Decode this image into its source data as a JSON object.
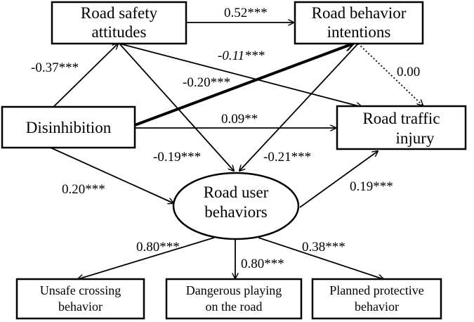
{
  "nodes": {
    "attitudes": {
      "line1": "Road safety",
      "line2": "attitudes"
    },
    "intentions": {
      "line1": "Road behavior",
      "line2": "intentions"
    },
    "disinhibition": {
      "label": "Disinhibition"
    },
    "injury": {
      "line1": "Road traffic",
      "line2": "injury"
    },
    "behaviors": {
      "line1": "Road user",
      "line2": "behaviors"
    },
    "unsafe": {
      "line1": "Unsafe crossing",
      "line2": "behavior"
    },
    "dangerous": {
      "line1": "Dangerous playing",
      "line2": "on the road"
    },
    "planned": {
      "line1": "Planned protective",
      "line2": "behavior"
    }
  },
  "edges": {
    "attitudes_to_intentions": "0.52***",
    "disinhibition_to_attitudes": "-0.37***",
    "attitudes_to_injury": "-0.11***",
    "intentions_to_injury": "0.00",
    "disinhibition_to_intentions": "-0.20***",
    "disinhibition_to_injury": "0.09**",
    "attitudes_to_behaviors": "-0.19***",
    "intentions_to_behaviors": "-0.21***",
    "disinhibition_to_behaviors": "0.20***",
    "behaviors_to_injury": "0.19***",
    "behaviors_to_unsafe": "0.80***",
    "behaviors_to_dangerous": "0.80***",
    "behaviors_to_planned": "0.38***"
  }
}
